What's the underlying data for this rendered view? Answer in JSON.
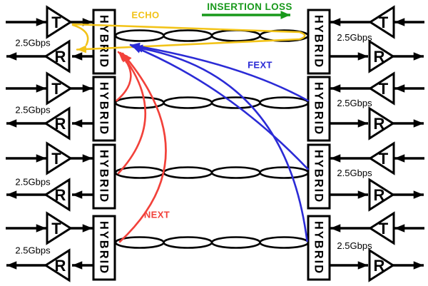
{
  "labels": {
    "echo": "ECHO",
    "insertion_loss": "INSERTION LOSS",
    "fext": "FEXT",
    "next": "NEXT",
    "hybrid": "HYBRID",
    "transmitter": "T",
    "receiver": "R",
    "data_rate": "2.5Gbps"
  },
  "colors": {
    "echo": "#F2C318",
    "insertion_loss": "#18991B",
    "fext": "#2B2BD6",
    "next": "#F2413A",
    "wire": "#000000",
    "background": "#FFFFFF"
  }
}
